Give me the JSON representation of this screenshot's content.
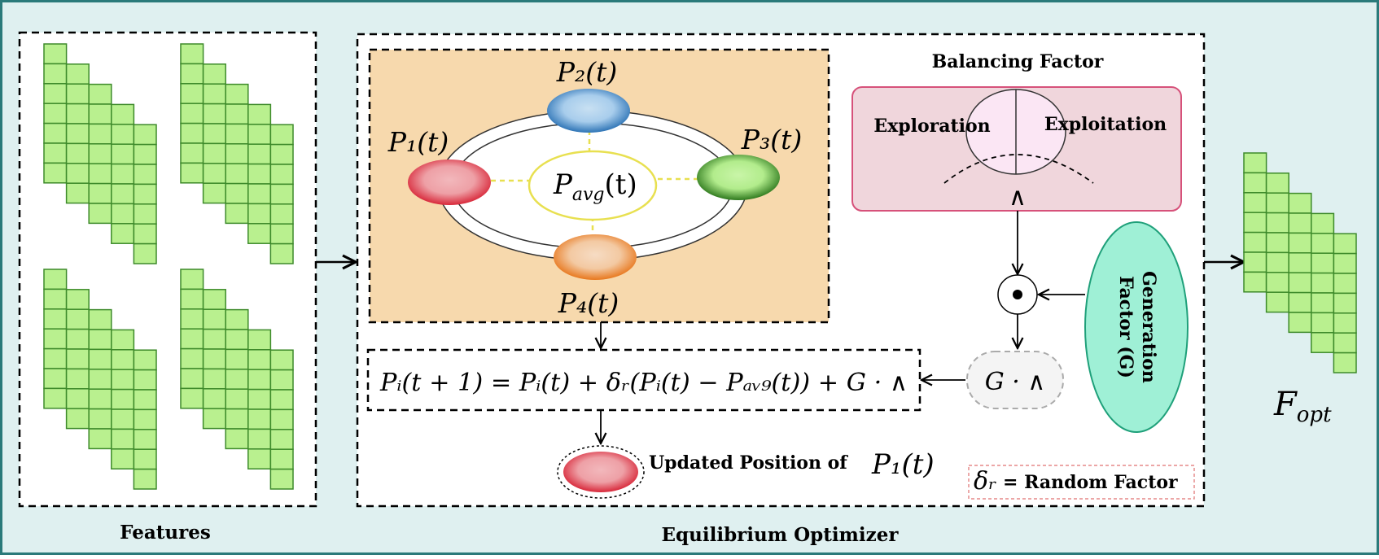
{
  "labels": {
    "features": "Features",
    "optimizer": "Equilibrium Optimizer",
    "balancing_factor": "Balancing Factor",
    "exploration": "Exploration",
    "exploitation": "Exploitation",
    "lambda_symbol": "∧",
    "generation_factor_line1": "Generation",
    "generation_factor_line2": "Factor (G)",
    "g_lambda": "G · ∧",
    "updated_position_text": "Updated Position of",
    "random_factor_text": "= Random Factor",
    "f_opt": "F"
  },
  "math": {
    "p1": "P₁(t)",
    "p2": "P₂(t)",
    "p3": "P₃(t)",
    "p4": "P₄(t)",
    "pavg": "P",
    "pavg_sub": "avg",
    "pavg_tail": "(t)",
    "equation": "Pᵢ(t + 1) = Pᵢ(t) + δᵣ(Pᵢ(t) − Pₐᵥ₉(t)) + G · ∧",
    "delta_r": "δᵣ",
    "updated_p1": "P₁(t)",
    "f_opt_sub": "opt"
  },
  "colors": {
    "background": "#dff0f0",
    "frame": "#2a7a7a",
    "feature_cell": "#b9f08f",
    "feature_stroke": "#3d8a2a",
    "orange_panel": "#f7d9ad",
    "balancing_panel": "#f0d6dc",
    "balancing_stroke": "#d6517a",
    "generation_fill": "#9ff0d6",
    "generation_stroke": "#1fa07a",
    "p1": "#e8505a",
    "p2": "#3f8fd0",
    "p3": "#3f9a2a",
    "p4": "#f08a2a",
    "pavg_stroke": "#e8e050",
    "random_stroke": "#e07070"
  }
}
